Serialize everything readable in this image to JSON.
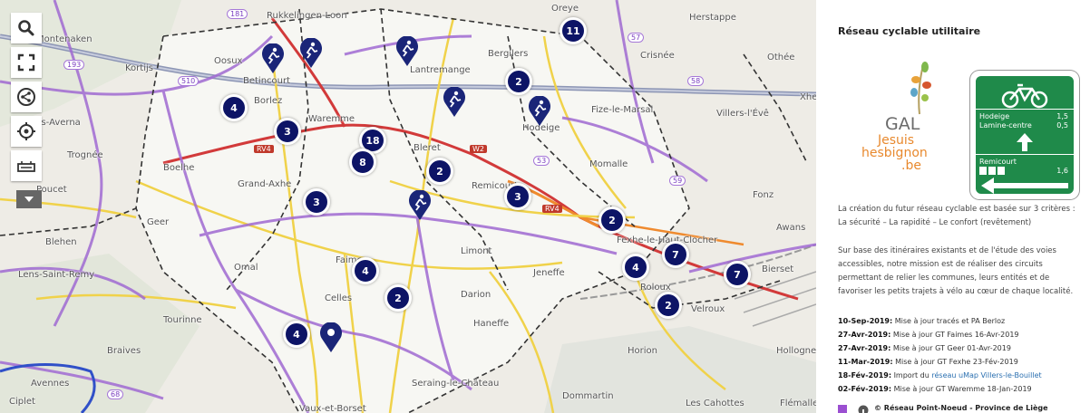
{
  "panel": {
    "title": "Réseau cyclable utilitaire",
    "logo": {
      "line1": "GAL",
      "line2": "Jesuis",
      "line3": "hesbignon",
      "line4": ".be"
    },
    "sign": {
      "row1_place": "Hodeige",
      "row1_dist": "1,5",
      "row2_place": "Lamine-centre",
      "row2_dist": "0,5",
      "row3_place": "Remicourt",
      "row3_dist": "1,6"
    },
    "intro1": "La création du futur réseau cyclable est basée sur 3 critères : La sécurité – La rapidité – Le confort (revêtement)",
    "intro2": "Sur base des itinéraires existants et de l'étude des voies accessibles, notre mission est de réaliser des circuits permettant de relier les communes, leurs entités et de favoriser les petits trajets à vélo au cœur de chaque localité.",
    "updates": [
      {
        "date": "10-Sep-2019:",
        "text": " Mise à jour tracés et PA Berloz"
      },
      {
        "date": "27-Avr-2019:",
        "text": " Mise à jour GT Faimes 16-Avr-2019"
      },
      {
        "date": "27-Avr-2019:",
        "text": " Mise à jour GT Geer 01-Avr-2019"
      },
      {
        "date": "11-Mar-2019:",
        "text": " Mise à jour GT Fexhe 23-Fév-2019"
      },
      {
        "date": "18-Fév-2019:",
        "text": " Import du ",
        "link": "réseau uMap Villers-le-Bouillet"
      },
      {
        "date": "02-Fév-2019:",
        "text": " Mise à jour GT Waremme 18-Jan-2019"
      }
    ],
    "legend_label": "© Réseau Point-Noeud - Province de Liège",
    "legend_color": "#9b4fd1"
  },
  "map": {
    "places": [
      "Montenaken",
      "Kortijs",
      "Klas-Averna",
      "Trognée",
      "Poucet",
      "Blehen",
      "Lens-Saint-Remy",
      "Tourinne",
      "Braives",
      "Avennes",
      "Ciplet",
      "Rukkelingen-Loon",
      "Betincourt",
      "Lantremange",
      "Bergilers",
      "Crisnée",
      "Othée",
      "Xhen",
      "Villers-l'Évê",
      "Fize-le-Marsal",
      "Hodeige",
      "Waremme",
      "Bleret",
      "Boelhe",
      "Grand-Axhe",
      "Geer",
      "Oreye",
      "Remicourt",
      "Momalle",
      "Fonz",
      "Awans",
      "Fexhe-le-Haut-Clocher",
      "Faimes",
      "Limont",
      "Jeneffe",
      "Celles",
      "Omal",
      "Roloux",
      "Bierset",
      "Velroux",
      "Hollogne-aux",
      "Darion",
      "Haneffe",
      "Horion",
      "Seraing-le-Château",
      "Dommartin",
      "Les Cahottes",
      "Flémalle-G",
      "Vaux-et-Borset",
      "Herstappe",
      "Oosux",
      "Borlez"
    ],
    "road_badges": [
      "RV4",
      "W2",
      "RV4"
    ],
    "route_badges": [
      "193",
      "510",
      "181",
      "57",
      "58",
      "59",
      "53",
      "68"
    ],
    "clusters": [
      "11",
      "2",
      "4",
      "3",
      "18",
      "8",
      "2",
      "3",
      "3",
      "2",
      "2",
      "7",
      "4",
      "7",
      "4",
      "2",
      "2",
      "4"
    ],
    "pin_icon": "cyclist-icon",
    "controls": [
      "search-icon",
      "fullscreen-icon",
      "share-icon",
      "locate-icon",
      "embed-icon",
      "chevron-down-icon"
    ]
  }
}
